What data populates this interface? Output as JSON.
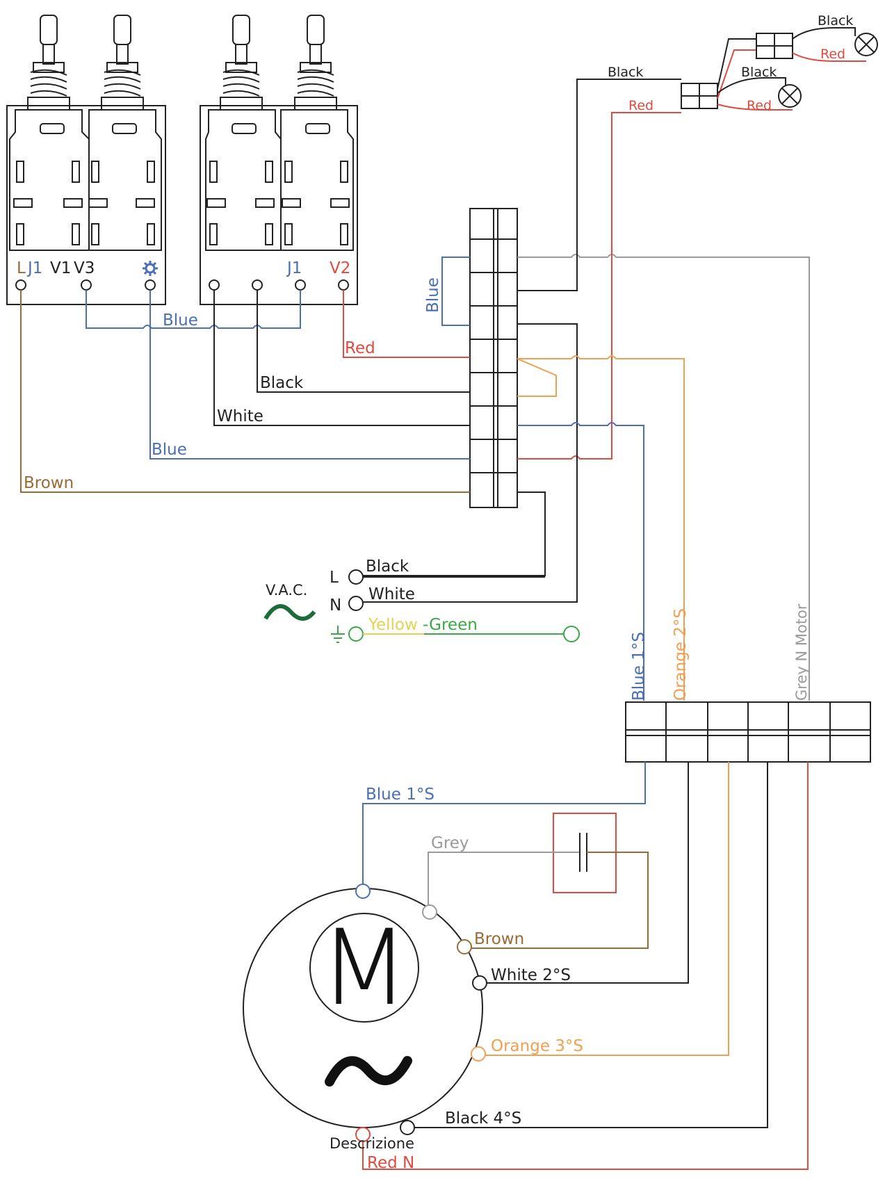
{
  "colors": {
    "black": "#222222",
    "blue": "#4a6fb5",
    "red": "#e04a3f",
    "orange": "#f0a050",
    "brown": "#9a6a36",
    "grey": "#9a9a9a",
    "green": "#3aa845",
    "yellow": "#e8d050",
    "dark_green": "#1e6b3a"
  },
  "switches": {
    "left_terminals": {
      "L": "L",
      "J1": "J1",
      "V1": "V1",
      "V3": "V3",
      "gear_icon": "gear-icon"
    },
    "right_terminals": {
      "J1": "J1",
      "V2": "V2"
    }
  },
  "wires": {
    "blue_top": "Blue",
    "blue_lower": "Blue",
    "blue_vertical": "Blue",
    "red": "Red",
    "black": "Black",
    "white": "White",
    "brown": "Brown"
  },
  "lamps": {
    "black_main": "Black",
    "red_main": "Red",
    "black_lamp1": "Black",
    "red_lamp1": "Red",
    "black_lamp2": "Black",
    "red_lamp2": "Red",
    "lamp_icon": "lamp-icon"
  },
  "supply": {
    "vac_label": "V.A.C.",
    "L": "L",
    "N": "N",
    "black": "Black",
    "white": "White",
    "yellow": "Yellow",
    "green": "-Green",
    "ac_icon": "ac-wave-icon",
    "ground_icon": "ground-icon"
  },
  "motor_block": {
    "blue_1s": "Blue 1°S",
    "orange_2s": "Orange 2°S",
    "grey_n_motor": "Grey N Motor"
  },
  "motor": {
    "letter": "M",
    "blue_1s": "Blue 1°S",
    "grey": "Grey",
    "brown": "Brown",
    "white_2s": "White 2°S",
    "orange_3s": "Orange 3°S",
    "black_4s": "Black 4°S",
    "descrizione": "Descrizione",
    "red_n": "Red N",
    "capacitor_icon": "capacitor-icon",
    "ac_icon": "ac-wave-icon"
  }
}
